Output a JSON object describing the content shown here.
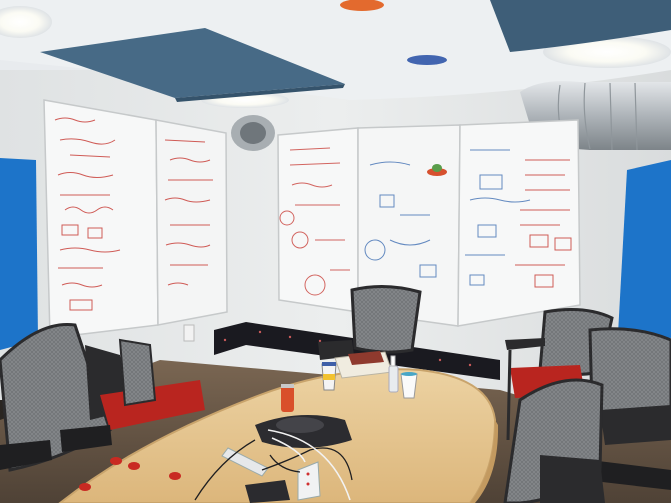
{
  "scene": {
    "description_label": "",
    "colors": {
      "ceiling": "#e9ecef",
      "wall": "#e6e8e8",
      "wall_shadow": "#d4d6d6",
      "whiteboard": "#f7f8f8",
      "whiteboard_frame": "#c9cccd",
      "marker_red": "#c9403a",
      "marker_blue": "#3f6fb3",
      "panel_blue": "#1d74c9",
      "ceiling_panel": "#476a86",
      "duct": "#b9bec2",
      "table": "#e7c893",
      "table_edge": "#cfa96e",
      "chair_mesh": "#7f8184",
      "chair_frame": "#2b2b2d",
      "seat_red": "#b9251f",
      "carpet": "#6c5a48",
      "baseboard_strip": "#1a1a20"
    },
    "objects": [
      "ceiling-light-left",
      "ceiling-light-center",
      "ceiling-light-right",
      "hanging-acoustic-panel",
      "ceiling-duct",
      "whiteboard-left-1",
      "whiteboard-left-2",
      "whiteboard-center",
      "whiteboard-center-2",
      "whiteboard-right",
      "blue-wall-panel-left",
      "blue-wall-panel-right",
      "conference-table",
      "conference-phone",
      "power-strip",
      "coffee-cup",
      "soda-can",
      "paper-cup",
      "soap-bottle",
      "notebook",
      "office-chair-left",
      "office-chair-back",
      "office-chair-right-1",
      "office-chair-right-2",
      "office-chair-front-right",
      "magnet-markers"
    ]
  }
}
